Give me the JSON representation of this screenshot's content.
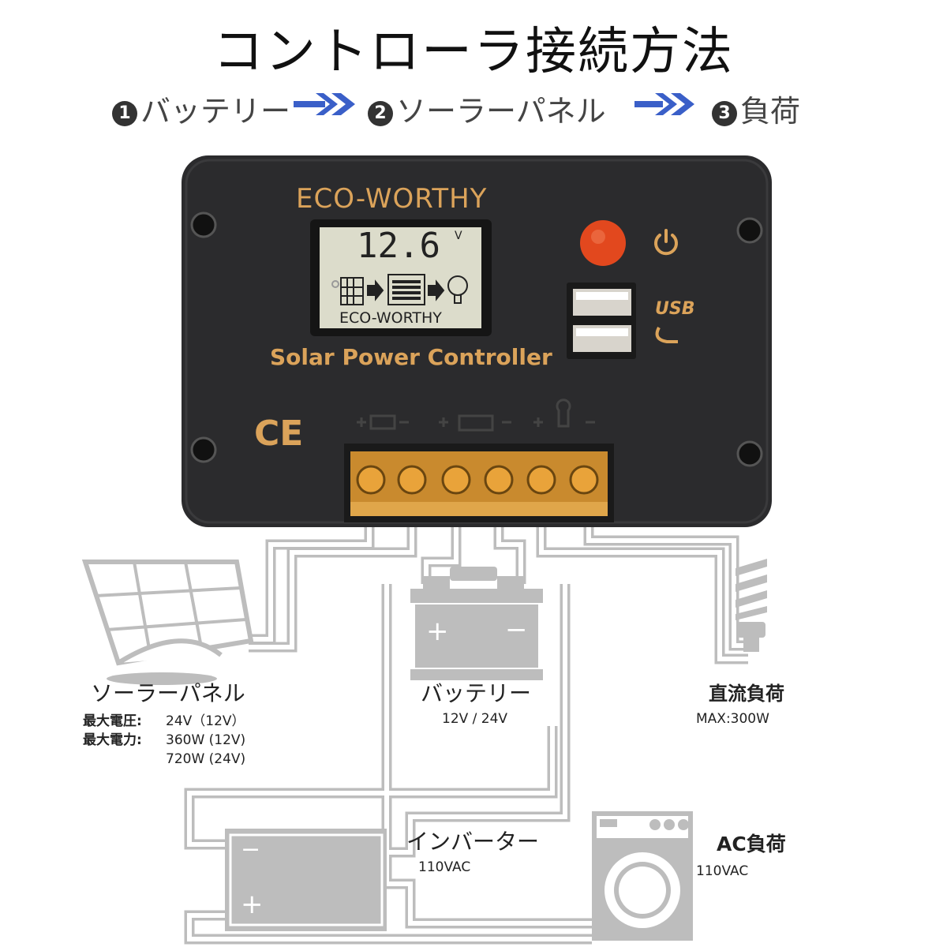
{
  "title": "コントローラ接続方法",
  "steps": [
    {
      "num": "1",
      "label": "バッテリー"
    },
    {
      "num": "2",
      "label": "ソーラーパネル"
    },
    {
      "num": "3",
      "label": "負荷"
    }
  ],
  "controller": {
    "brand": "ECO-WORTHY",
    "product": "Solar Power Controller",
    "lcd_value": "12.6",
    "lcd_unit": "V",
    "lcd_brand": "ECO-WORTHY",
    "usb_logo": "USB",
    "ce_mark": "CE"
  },
  "solar": {
    "name": "ソーラーパネル",
    "rows": [
      {
        "k": "最大電圧:",
        "v": "24V（12V）"
      },
      {
        "k": "最大電力:",
        "v": "360W (12V)"
      },
      {
        "k": "",
        "v": "720W (24V)"
      }
    ]
  },
  "battery": {
    "name": "バッテリー",
    "spec": "12V / 24V",
    "plus": "+",
    "minus": "−"
  },
  "dc_load": {
    "name": "直流負荷",
    "spec": "MAX:300W"
  },
  "inverter": {
    "name": "インバーター",
    "spec": "110VAC",
    "plus": "+",
    "minus": "−"
  },
  "ac_load": {
    "name": "AC負荷",
    "spec": "110VAC"
  },
  "colors": {
    "arrow": "#3a5fc8",
    "body": "#2b2b2d",
    "accent": "#dba35a",
    "wire": "#bdbdbd"
  }
}
